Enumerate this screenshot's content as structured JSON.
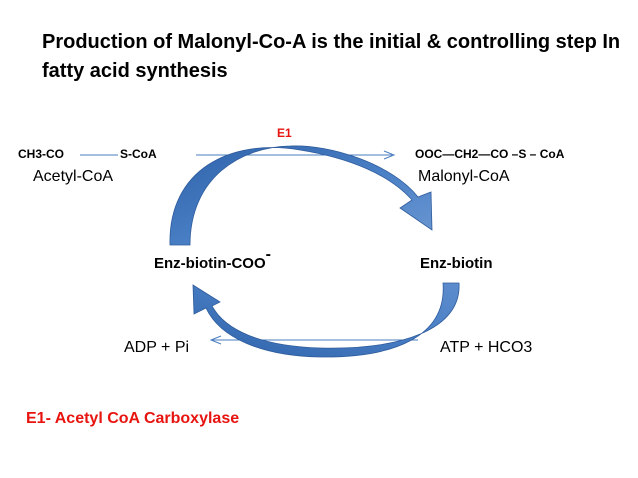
{
  "title": "Production of Malonyl-Co-A is the initial & controlling step In fatty acid synthesis",
  "colors": {
    "arrow_fill": "#3f74bd",
    "arrow_light": "#8fb0dc",
    "line": "#4a7ec0",
    "accent_red": "#e8140f"
  },
  "diagram": {
    "enzyme_label": "E1",
    "acetyl_left": "CH3-CO",
    "acetyl_right": "S-CoA",
    "acetyl_name": "Acetyl-CoA",
    "malonyl_formula": "OOC—CH2—CO –S – CoA",
    "malonyl_name": "Malonyl-CoA",
    "enz_biotin_coo": "Enz-biotin-COO",
    "superscript_minus": "-",
    "enz_biotin": "Enz-biotin",
    "adp": "ADP + Pi",
    "atp": "ATP + HCO3",
    "footnote": "E1- Acetyl CoA Carboxylase"
  }
}
